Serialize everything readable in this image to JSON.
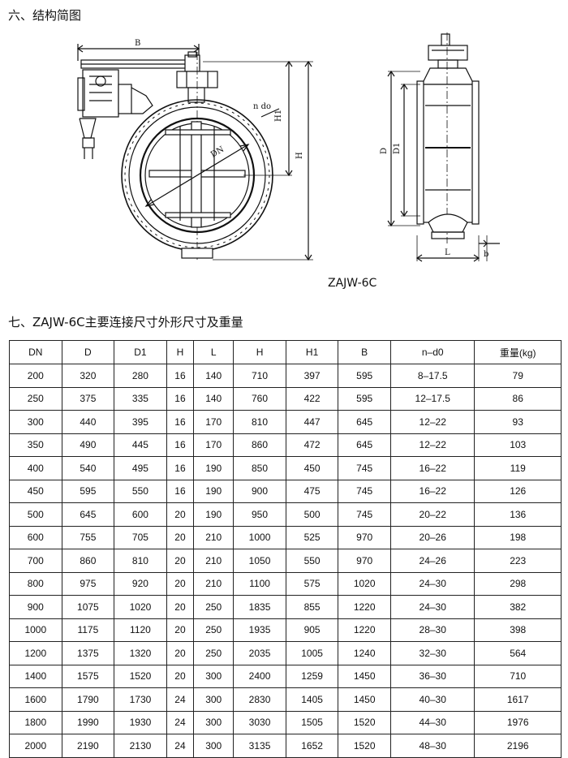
{
  "section6_title": "六、结构简图",
  "model_label": "ZAJW-6C",
  "section7_title": "七、ZAJW-6C主要连接尺寸外形尺寸及重量",
  "drawing_labels": {
    "B": "B",
    "H1": "H1",
    "H": "H",
    "DN": "DN",
    "n_do": "n do",
    "D": "D",
    "D1": "D1",
    "L": "L",
    "b": "b"
  },
  "table": {
    "headers": [
      "DN",
      "D",
      "D1",
      "H",
      "L",
      "H",
      "H1",
      "B",
      "n–d0",
      "重量(kg)"
    ],
    "rows": [
      [
        "200",
        "320",
        "280",
        "16",
        "140",
        "710",
        "397",
        "595",
        "8–17.5",
        "79"
      ],
      [
        "250",
        "375",
        "335",
        "16",
        "140",
        "760",
        "422",
        "595",
        "12–17.5",
        "86"
      ],
      [
        "300",
        "440",
        "395",
        "16",
        "170",
        "810",
        "447",
        "645",
        "12–22",
        "93"
      ],
      [
        "350",
        "490",
        "445",
        "16",
        "170",
        "860",
        "472",
        "645",
        "12–22",
        "103"
      ],
      [
        "400",
        "540",
        "495",
        "16",
        "190",
        "850",
        "450",
        "745",
        "16–22",
        "119"
      ],
      [
        "450",
        "595",
        "550",
        "16",
        "190",
        "900",
        "475",
        "745",
        "16–22",
        "126"
      ],
      [
        "500",
        "645",
        "600",
        "20",
        "190",
        "950",
        "500",
        "745",
        "20–22",
        "136"
      ],
      [
        "600",
        "755",
        "705",
        "20",
        "210",
        "1000",
        "525",
        "970",
        "20–26",
        "198"
      ],
      [
        "700",
        "860",
        "810",
        "20",
        "210",
        "1050",
        "550",
        "970",
        "24–26",
        "223"
      ],
      [
        "800",
        "975",
        "920",
        "20",
        "210",
        "1100",
        "575",
        "1020",
        "24–30",
        "298"
      ],
      [
        "900",
        "1075",
        "1020",
        "20",
        "250",
        "1835",
        "855",
        "1220",
        "24–30",
        "382"
      ],
      [
        "1000",
        "1175",
        "1120",
        "20",
        "250",
        "1935",
        "905",
        "1220",
        "28–30",
        "398"
      ],
      [
        "1200",
        "1375",
        "1320",
        "20",
        "250",
        "2035",
        "1005",
        "1240",
        "32–30",
        "564"
      ],
      [
        "1400",
        "1575",
        "1520",
        "20",
        "300",
        "2400",
        "1259",
        "1450",
        "36–30",
        "710"
      ],
      [
        "1600",
        "1790",
        "1730",
        "24",
        "300",
        "2830",
        "1405",
        "1450",
        "40–30",
        "1617"
      ],
      [
        "1800",
        "1990",
        "1930",
        "24",
        "300",
        "3030",
        "1505",
        "1520",
        "44–30",
        "1976"
      ],
      [
        "2000",
        "2190",
        "2130",
        "24",
        "300",
        "3135",
        "1652",
        "1520",
        "48–30",
        "2196"
      ]
    ]
  }
}
